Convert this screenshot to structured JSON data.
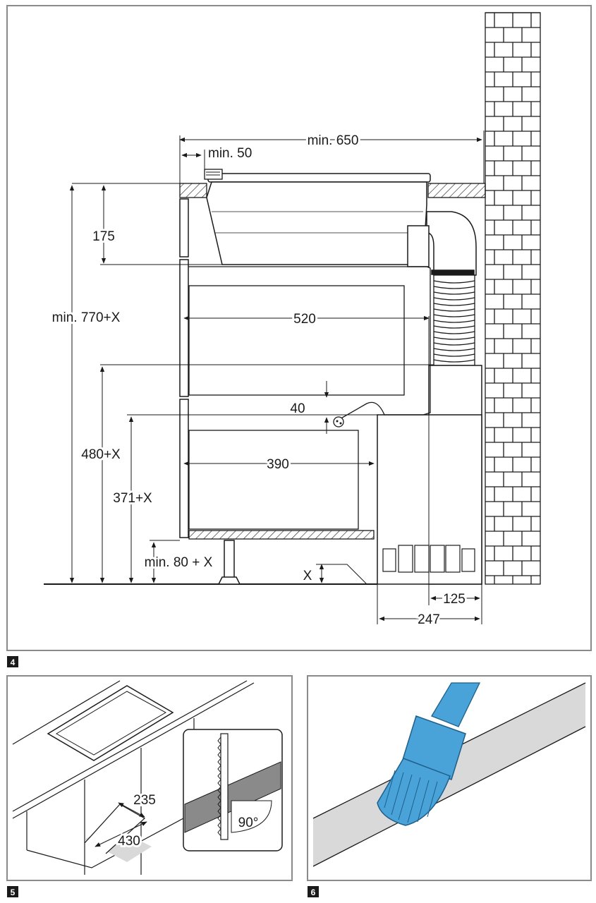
{
  "figure4": {
    "number": "4",
    "dimensions": {
      "min_650": "min. 650",
      "min_50": "min. 50",
      "d175": "175",
      "min_770x": "min. 770+X",
      "d520": "520",
      "d480x": "480+X",
      "d40": "40",
      "d390": "390",
      "d371x": "371+X",
      "min_80x": "min. 80 + X",
      "x": "X",
      "d125": "125",
      "d247": "247"
    }
  },
  "figure5": {
    "number": "5",
    "dimensions": {
      "d235": "235",
      "d430": "430",
      "angle": "90°"
    }
  },
  "figure6": {
    "number": "6"
  },
  "colors": {
    "frame": "#8a8a8a",
    "line": "#1a1a1a",
    "brush": "#4aa3d8",
    "brush_dark": "#1d5f8a",
    "strip": "#d9d9d9"
  }
}
